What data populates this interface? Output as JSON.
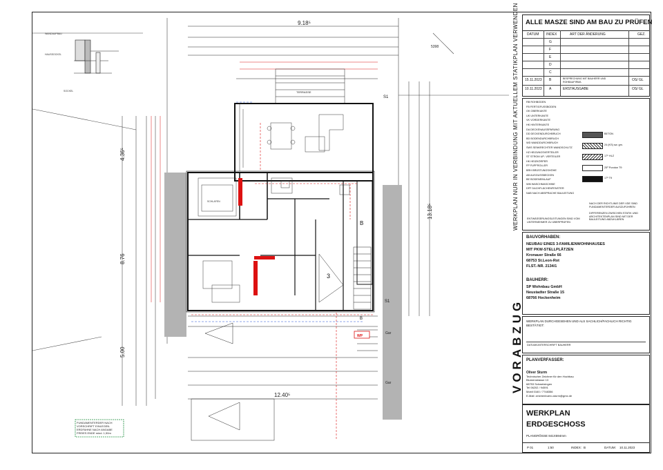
{
  "sheet": {
    "revision_title": "ALLE MASZE SIND AM BAU ZU PRÜFEN",
    "revision_headers": [
      "DATUM",
      "INDEX",
      "ART DER ÄNDERUNG",
      "GEZ."
    ],
    "revisions": [
      {
        "date": "",
        "index": "G",
        "change": "",
        "by": ""
      },
      {
        "date": "",
        "index": "F",
        "change": "",
        "by": ""
      },
      {
        "date": "",
        "index": "E",
        "change": "",
        "by": ""
      },
      {
        "date": "",
        "index": "D",
        "change": "",
        "by": ""
      },
      {
        "date": "",
        "index": "C",
        "change": "",
        "by": ""
      },
      {
        "date": "15.11.2023",
        "index": "B",
        "change": "BESPRECHUNG MIT BAUHERR UND ROHBAUFIRMA",
        "by": "OS/ GL"
      },
      {
        "date": "10.11.2023",
        "index": "A",
        "change": "ERSTAUSGABE",
        "by": "OS/ GL"
      }
    ],
    "vertical_note": "WERKPLAN NUR IN VERBINDUNG MIT AKTUELLEM STATIKPLAN VERWENDEN",
    "stamp": "VORABZUG",
    "legend_abbrev": [
      "RB ROHBODEN",
      "FB FERTIGFUSSBODEN",
      "OK OBERKANTE",
      "UK UNTERKANTE",
      "VK VORDERKANTE",
      "HK HINTERKANTE",
      "DA DECKENAUSSPARUNG",
      "DD DECKENDURCHBRUCH",
      "BD BODENDURCHBRUCH",
      "WD WANDDURCHBRUCH",
      "SWS SENKRECHTER WANDSCHLITZ",
      "HZ HEIZUNGSVERTEILER",
      "ST STROM UP- VERTEILER",
      "HK HEIZKÖRPER",
      "FP FUPFROLLER",
      "BRH BRÜSTUNGSHÖHE",
      "AB AUSGUSSBECKEN",
      "BE BODENEINLAUF",
      "WM WASCHMASCHINE",
      "DFF DACHFLÄCHENFENSTER",
      "NAB NACH ABSPRACHE BAULEITUNG"
    ],
    "legend_hatch": [
      {
        "label": "BETON"
      },
      {
        "label": "24 (KS) sw. gm."
      },
      {
        "label": "17⁵ HLZ"
      },
      {
        "label": "25⁰ Poroton T9"
      },
      {
        "label": "17⁵ T9"
      }
    ],
    "legend_notes": [
      "NACH DER RICHTLINIE DER VDE SIND FUNDAMENTERDER AUSZUFÜHREN",
      "DIFFERENZEN ZWISCHEN STATIK UND ARCHITEKTENPLAN SIND MIT DER BAULEITUNG ABZUKLÄREN",
      "ENTWÄSSERUNGSLEITUNGEN SIND VOM UNTERNEHMER ZU ÜBERPRÜFEN"
    ],
    "project_heading": "BAUVORHABEN:",
    "project_lines": [
      "NEUBAU EINES 3-FAMILIENWOHNHAUSES",
      "MIT PKW-STELLPLÄTZEN",
      "Kronauer Straße 66",
      "68753 St.Leon-Rot",
      "FLST.-NR. 2134/1"
    ],
    "client_heading": "BAUHERR:",
    "client_lines": [
      "SP Wohnbau GmbH",
      "Neustadter Straße 15",
      "68766 Hockenheim"
    ],
    "approval_text": "WERKPLAN DURCHGESEHEN UND ALS SACHLICH/FACHLICH RICHTIG BESTÄTIGT:",
    "approval_sig": "DATUM/UNTERSCHRIFT BAUHERR",
    "designer_heading": "PLANVERFASSER:",
    "designer_lines": [
      "Oliver Sturm",
      "Technischer Zeichner für den Hochbau",
      "Blumenstrasse 13",
      "68753 Schwetzingen",
      "Tel 06202 / 94591",
      "Mobil 0160 / 7748356",
      "E-Mail: zeichenbuero-sturm@gmx.de"
    ],
    "plan_title": "WERKPLAN",
    "plan_subtitle": "ERDGESCHOSS",
    "plan_size": "PLANGRÖSSE 841X594mm",
    "footer": {
      "plan_no": "P 01",
      "scale": "1:50",
      "index_label": "INDEX:",
      "index": "B",
      "date_label": "DATUM:",
      "date": "10.11.2023"
    }
  },
  "drawing": {
    "dim_top": "9.18⁵",
    "dim_bottom": "12.40⁵",
    "dim_right": "13.18⁵",
    "dim_left_1": "4.36⁵",
    "dim_left_2": "8.76",
    "dim_left_3": "5.00",
    "site_label": "5398",
    "section_label_top": "S1",
    "section_label_bottom": "S1",
    "terrace_label": "TERRASSE",
    "stair_arrow": "3",
    "stair_b_left": "B",
    "stair_b_right": "B",
    "garage_1": "Gar",
    "garage_2": "Gar",
    "wp_label": "WP",
    "schlafen_label": "SCHLAFEN",
    "note_box": [
      "FUNDAMENTERDER NACH",
      "VORSCHRIFT EINLEGEN.",
      "ERDFAHNE NACH ANGABE",
      "FREIES ENDE mind. 1,50m"
    ],
    "detail_labels": [
      "WANDAUFBAU",
      "HAUSSOCKEL",
      "SOCKEL"
    ]
  }
}
